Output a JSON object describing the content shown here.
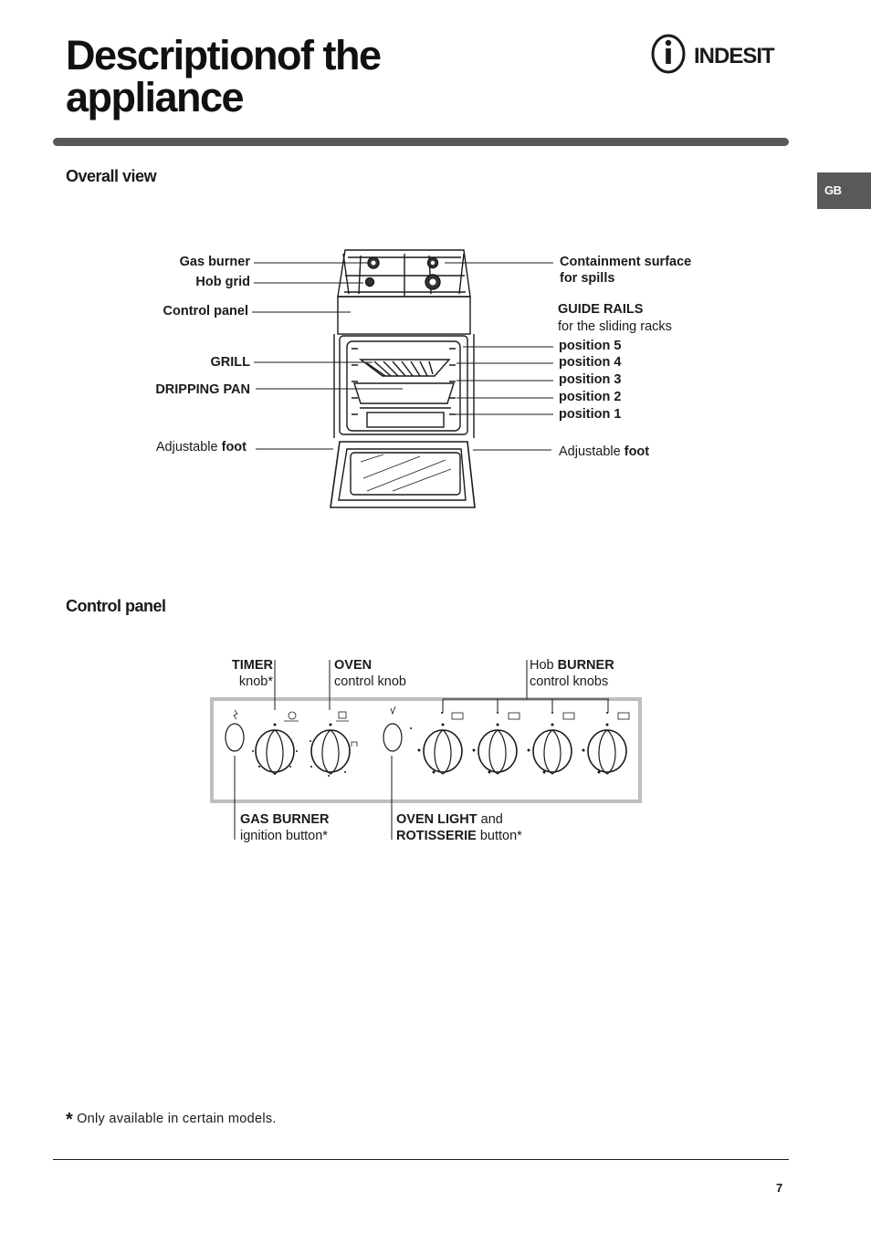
{
  "header": {
    "title_line1": "Descriptionof the",
    "title_line2": "appliance",
    "brand": "INDESIT",
    "language_tab": "GB"
  },
  "overall_view": {
    "heading": "Overall view",
    "labels": {
      "gas_burner": "Gas burner",
      "hob_grid": "Hob grid",
      "control_panel": "Control panel",
      "grill": "GRILL",
      "dripping_pan": "DRIPPING PAN",
      "foot_left_prefix": "Adjustable ",
      "foot_left_bold": "foot",
      "containment_line1": "Containment surface",
      "containment_line2": "for spills",
      "guide_rails": "GUIDE RAILS",
      "guide_rails_sub": "for the sliding racks",
      "position5": "position 5",
      "position4": "position 4",
      "position3": "position 3",
      "position2": "position 2",
      "position1": "position 1",
      "foot_right_prefix": "Adjustable ",
      "foot_right_bold": "foot"
    }
  },
  "control_panel": {
    "heading": "Control panel",
    "labels": {
      "timer_bold": "TIMER",
      "timer_sub": "knob*",
      "oven_bold": "OVEN",
      "oven_sub": "control knob",
      "hob_prefix": "Hob ",
      "hob_bold": "BURNER",
      "hob_sub": "control knobs",
      "gas_bold": "GAS BURNER",
      "gas_sub": "ignition button*",
      "light_bold": "OVEN LIGHT",
      "light_and": " and",
      "rotis_bold": "ROTISSERIE",
      "rotis_sub": " button*"
    }
  },
  "footer": {
    "footnote_star": "*",
    "footnote_text": "Only available in certain models.",
    "page_number": "7"
  }
}
